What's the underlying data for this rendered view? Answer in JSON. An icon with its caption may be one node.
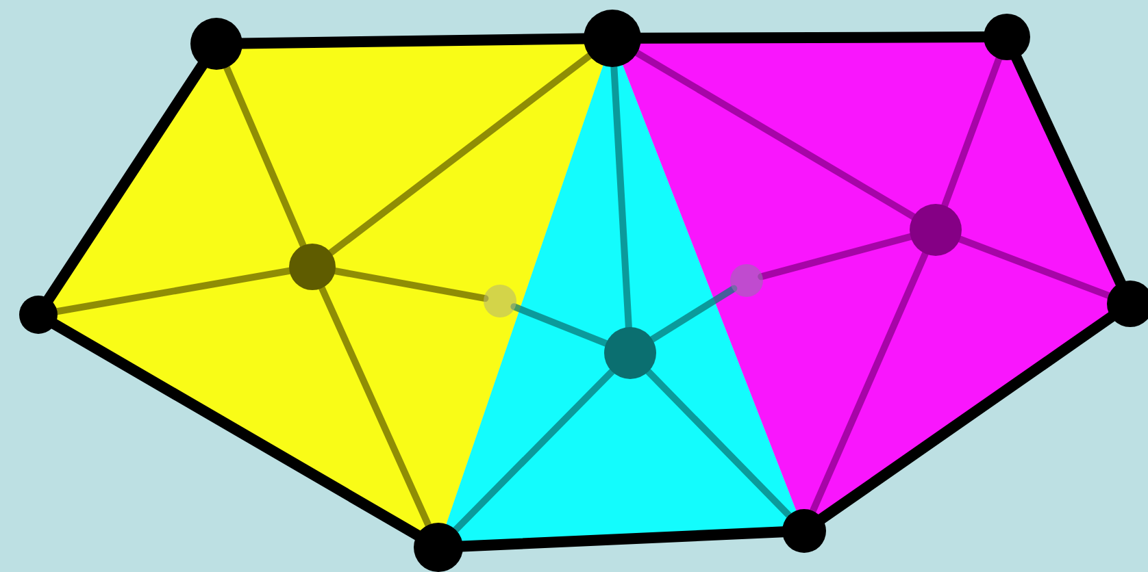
{
  "diagram": {
    "nodes": [
      {
        "text": [],
        "shape": "circle"
      },
      {
        "text": [],
        "shape": "circle"
      },
      {
        "text": [],
        "shape": "circle"
      },
      {
        "text": [],
        "shape": "circle"
      },
      {
        "text": [],
        "shape": "circle"
      },
      {
        "text": [],
        "shape": "circle"
      },
      {
        "text": [],
        "shape": "circle"
      },
      {
        "text": [],
        "shape": "circle"
      },
      {
        "text": [],
        "shape": "circle"
      },
      {
        "text": [],
        "shape": "circle"
      },
      {
        "text": [],
        "shape": "circle"
      },
      {
        "text": [],
        "shape": "circle"
      }
    ],
    "edges": [
      {
        "from": 1,
        "to": 3,
        "arrow": "none"
      },
      {
        "from": 3,
        "to": 5,
        "arrow": "none"
      },
      {
        "from": 5,
        "to": 6,
        "arrow": "none"
      },
      {
        "from": 6,
        "to": 4,
        "arrow": "none"
      },
      {
        "from": 4,
        "to": 2,
        "arrow": "none"
      },
      {
        "from": 2,
        "to": 0,
        "arrow": "none"
      },
      {
        "from": 0,
        "to": 1,
        "arrow": "none"
      },
      {
        "from": 7,
        "to": 1,
        "arrow": "none",
        "color": "#6b6800"
      },
      {
        "from": 7,
        "to": 3,
        "arrow": "none",
        "color": "#6b6800"
      },
      {
        "from": 7,
        "to": 0,
        "arrow": "none",
        "color": "#6b6800"
      },
      {
        "from": 7,
        "to": 2,
        "arrow": "none",
        "color": "#6b6800"
      },
      {
        "from": 7,
        "to": 10,
        "arrow": "none",
        "color": "#6b6800"
      },
      {
        "from": 8,
        "to": 3,
        "arrow": "none",
        "color": "#0a7a7a"
      },
      {
        "from": 8,
        "to": 4,
        "arrow": "none",
        "color": "#0a7a7a"
      },
      {
        "from": 8,
        "to": 2,
        "arrow": "none",
        "color": "#0a7a7a"
      },
      {
        "from": 8,
        "to": 10,
        "arrow": "none",
        "color": "#0a7a7a"
      },
      {
        "from": 8,
        "to": 11,
        "arrow": "none",
        "color": "#0a7a7a"
      },
      {
        "from": 9,
        "to": 3,
        "arrow": "none",
        "color": "#8a008a"
      },
      {
        "from": 9,
        "to": 5,
        "arrow": "none",
        "color": "#8a008a"
      },
      {
        "from": 9,
        "to": 6,
        "arrow": "none",
        "color": "#8a008a"
      },
      {
        "from": 9,
        "to": 4,
        "arrow": "none",
        "color": "#8a008a"
      },
      {
        "from": 9,
        "to": 11,
        "arrow": "none",
        "color": "#8a008a"
      }
    ]
  }
}
